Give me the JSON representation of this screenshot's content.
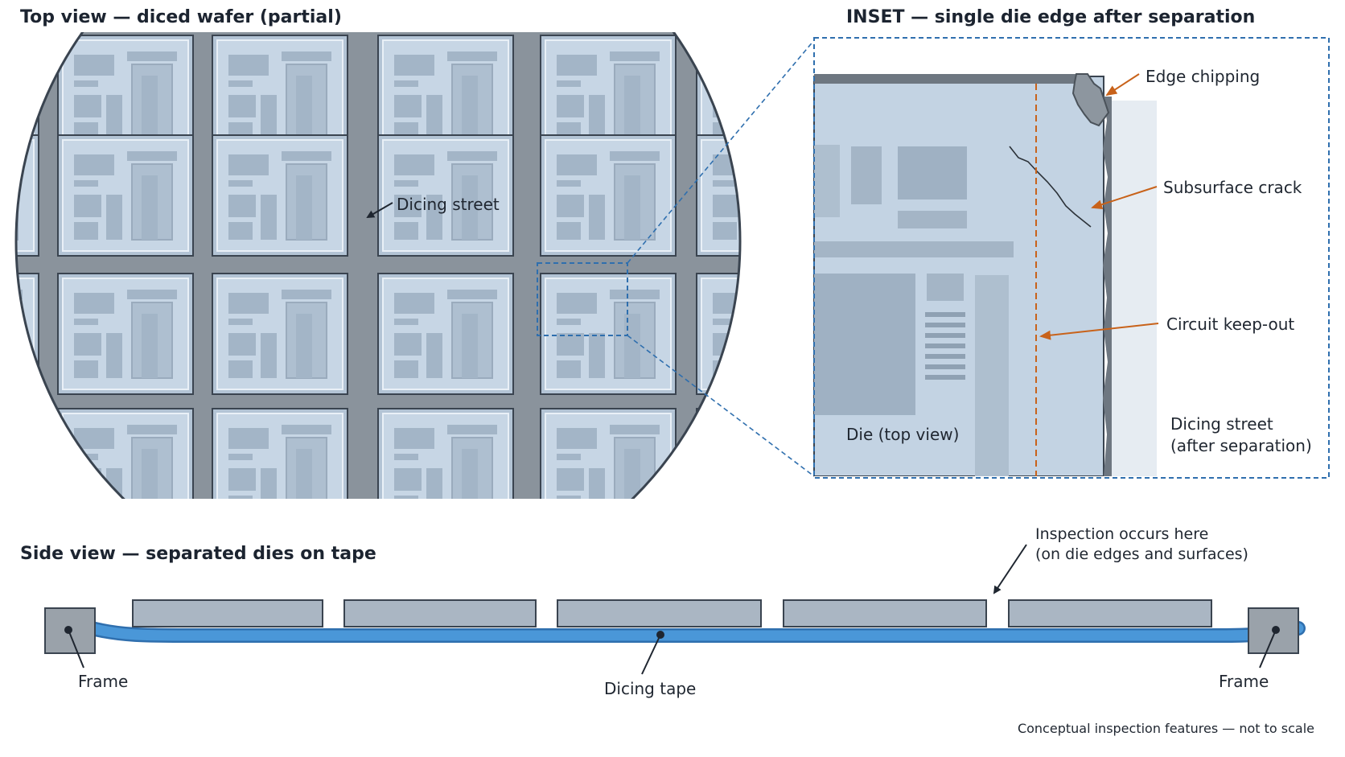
{
  "top_view": {
    "title": "Top view — diced wafer (partial)",
    "dicing_street_label": "Dicing street"
  },
  "inset": {
    "title": "INSET — single die edge after separation",
    "edge_chipping_label": "Edge chipping",
    "subsurface_crack_label": "Subsurface crack",
    "circuit_keepout_label": "Circuit keep-out",
    "die_label": "Die (top view)",
    "street_label_line1": "Dicing street",
    "street_label_line2": "(after separation)"
  },
  "side_view": {
    "title": "Side view — separated dies on tape",
    "inspection_line1": "Inspection occurs here",
    "inspection_line2": "(on die edges and surfaces)",
    "frame_left_label": "Frame",
    "frame_right_label": "Frame",
    "tape_label": "Dicing tape",
    "die_count": 5
  },
  "footnote": "Conceptual inspection features — not to scale",
  "colors": {
    "die_fill": "#c3d3e3",
    "street": "#8a939c",
    "outline": "#3a4450",
    "callout_orange": "#c8621a",
    "inset_dash": "#2f6fae",
    "tape_blue": "#4a97d8"
  }
}
